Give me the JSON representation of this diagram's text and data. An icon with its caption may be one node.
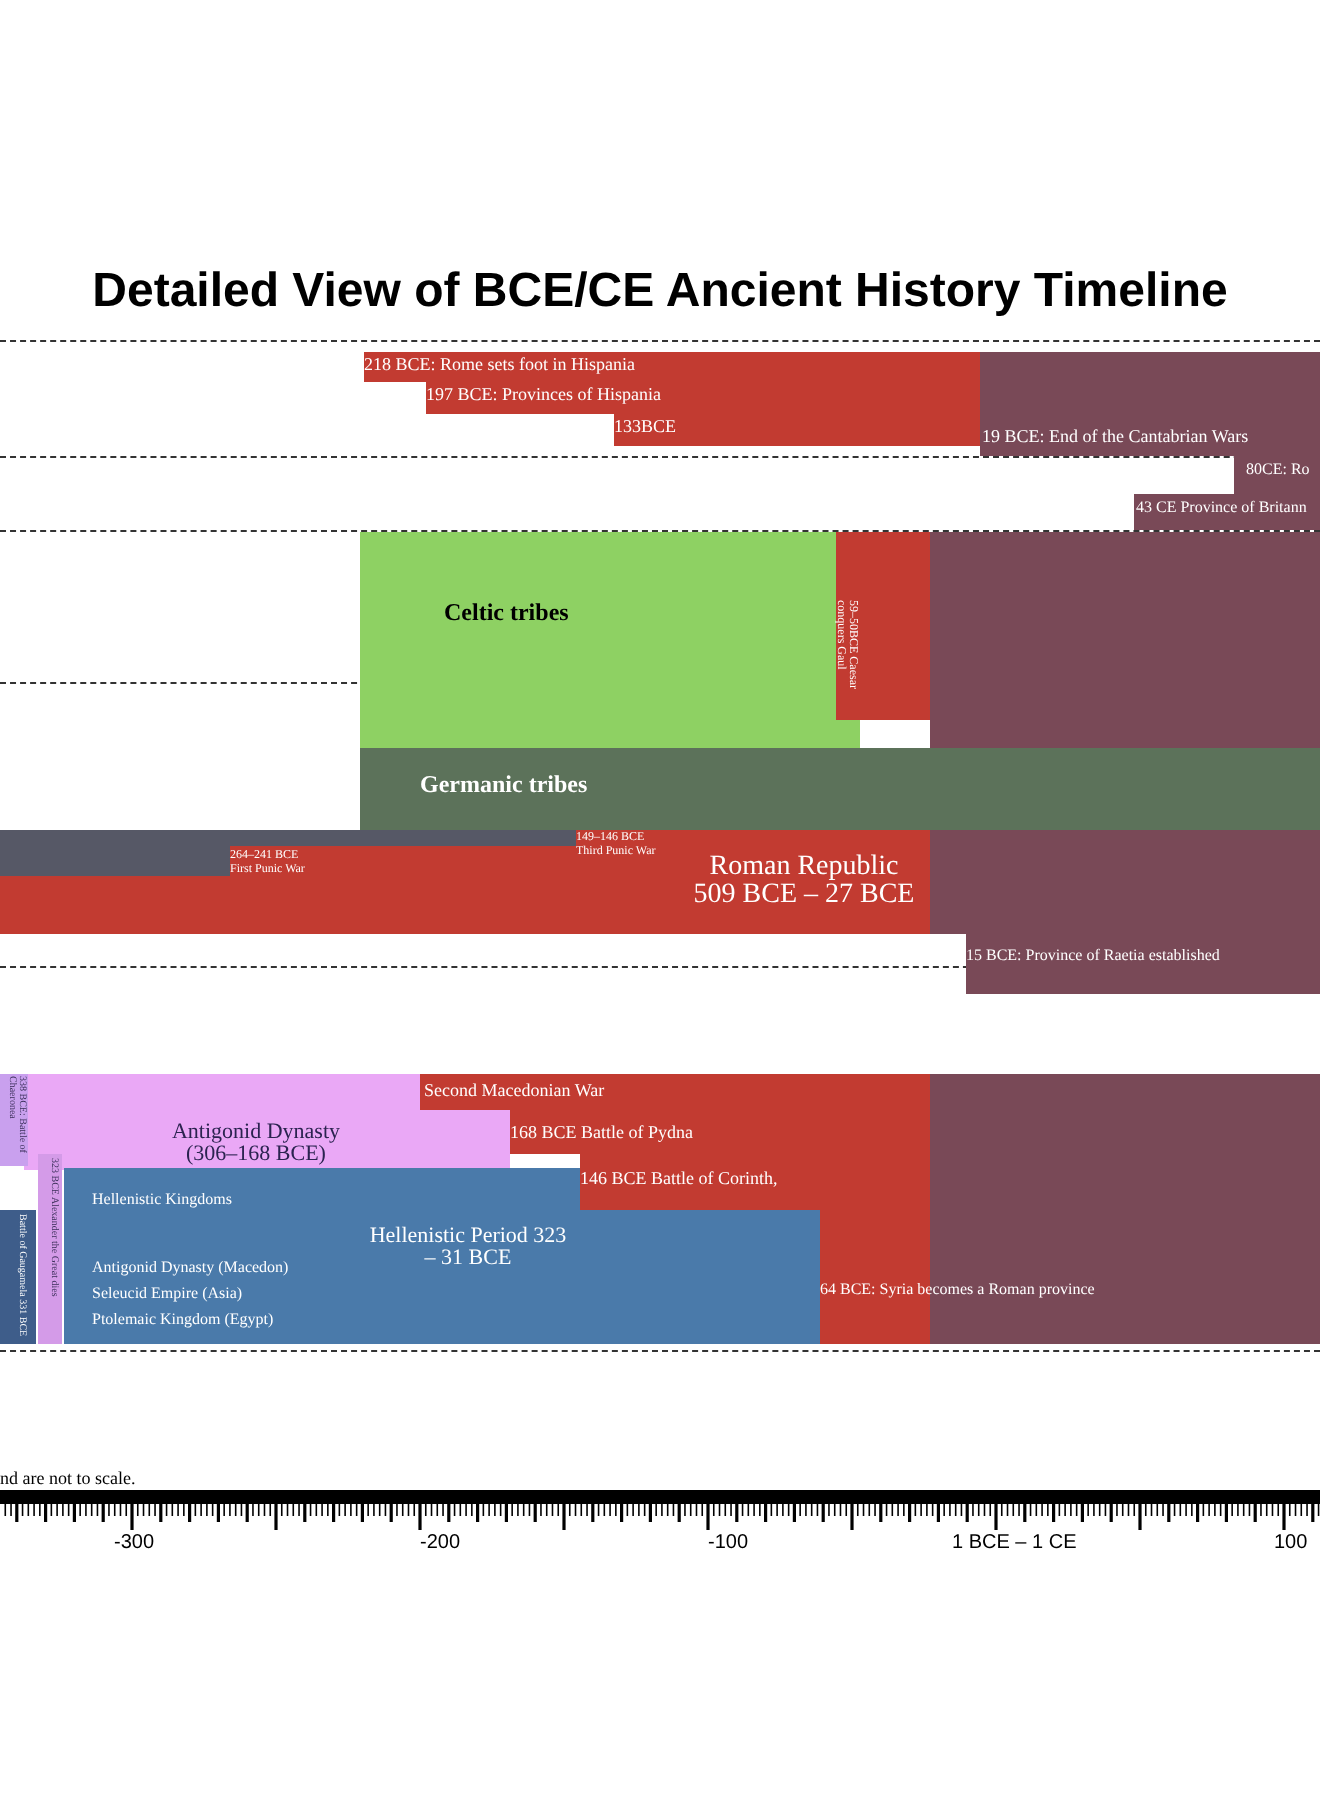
{
  "diagram": {
    "title": "Detailed View of BCE/CE Ancient History Timeline",
    "nodes": [
      {
        "text": [
          "218 BCE: Rome sets foot in Hispania"
        ]
      },
      {
        "text": [
          "197 BCE: Provinces of Hispania"
        ]
      },
      {
        "text": [
          "133BCE"
        ]
      },
      {
        "text": [
          "19 BCE: End of the Cantabrian Wars"
        ]
      },
      {
        "text": [
          "80CE: Ro"
        ]
      },
      {
        "text": [
          "43 CE  Province of Britann"
        ]
      },
      {
        "text": [
          "Celtic tribes"
        ]
      },
      {
        "text": [
          "59–50BCE Caesar conquers Gaul"
        ]
      },
      {
        "text": [],
        "shape": "box"
      },
      {
        "text": [
          "Germanic tribes"
        ]
      },
      {
        "text": [],
        "shape": "box"
      },
      {
        "text": [
          "264–241 BCE",
          "First Punic War"
        ]
      },
      {
        "text": [
          "149–146 BCE",
          "Third Punic War",
          "Roman Republic 509 BCE – 27 BCE"
        ]
      },
      {
        "text": [],
        "shape": "box"
      },
      {
        "text": [
          "15 BCE: Province of Raetia established"
        ]
      },
      {
        "text": [
          "338 BCE: Battle of Chaeronea"
        ]
      },
      {
        "text": [
          "Antigonid Dynasty (306–168 BCE)"
        ]
      },
      {
        "text": [
          "Second Macedonian War"
        ]
      },
      {
        "text": [
          "168 BCE  Battle of Pydna"
        ]
      },
      {
        "text": [
          "146 BCE Battle of Corinth,"
        ]
      },
      {
        "text": [],
        "shape": "box"
      },
      {
        "text": [
          "Battle of Gaugamela 331 BCE"
        ]
      },
      {
        "text": [
          "323 BCE Alexander the Great dies"
        ]
      },
      {
        "text": [
          "Hellenistic Kingdoms",
          "Hellenistic Period 323 – 31 BCE",
          "Antigonid Dynasty (Macedon)",
          "Seleucid Empire (Asia)",
          "Ptolemaic Kingdom (Egypt)"
        ]
      },
      {
        "text": [
          "64 BCE: Syria becomes a Roman province"
        ]
      }
    ],
    "labels": [
      "nd are not to scale.",
      "-300",
      "-200",
      "-100",
      "1 BCE – 1 CE",
      "100"
    ]
  }
}
